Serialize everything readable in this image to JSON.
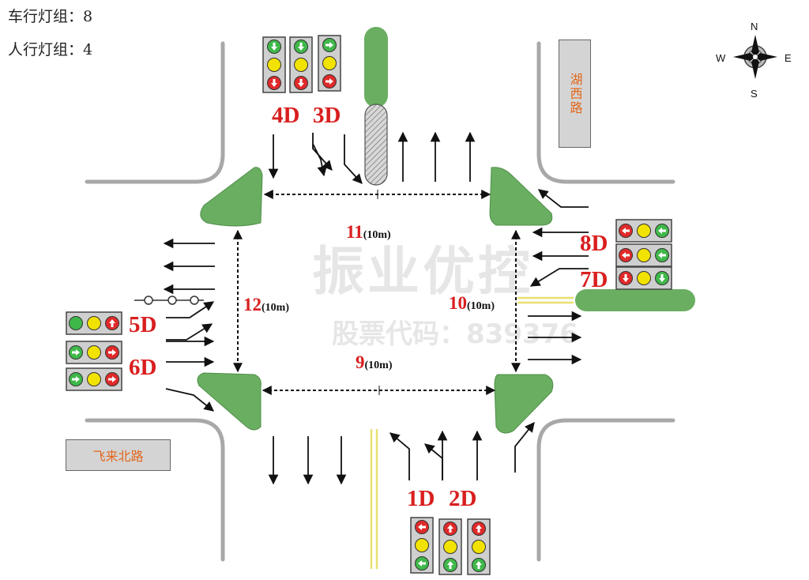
{
  "info": {
    "vehicle_groups": "车行灯组：8",
    "ped_groups": "人行灯组：4"
  },
  "streets": {
    "north_south": "湖西路",
    "east_west": "飞来北路"
  },
  "signal_groups": {
    "d1": "1D",
    "d2": "2D",
    "d3": "3D",
    "d4": "4D",
    "d5": "5D",
    "d6": "6D",
    "d7": "7D",
    "d8": "8D"
  },
  "crosswalks": {
    "c9": {
      "num": "9",
      "len": "(10m)"
    },
    "c10": {
      "num": "10",
      "len": "(10m)"
    },
    "c11": {
      "num": "11",
      "len": "(10m)"
    },
    "c12": {
      "num": "12",
      "len": "(10m)"
    }
  },
  "compass": {
    "n": "N",
    "s": "S",
    "e": "E",
    "w": "W"
  },
  "watermark": {
    "name": "振业优控",
    "stock": "股票代码：839376"
  },
  "colors": {
    "island": "#6aae62",
    "red": "#d91e1e",
    "road_edge": "#a8a8a8",
    "light_green": "#3fb84a",
    "light_yellow": "#f2e200",
    "light_red": "#e02a2a"
  }
}
